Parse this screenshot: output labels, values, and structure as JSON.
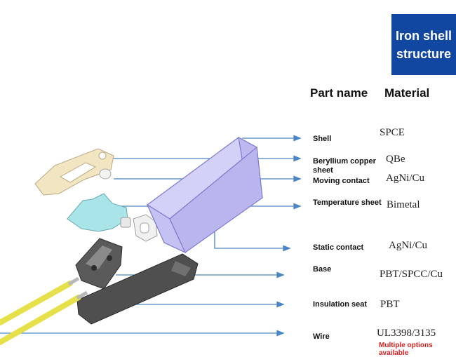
{
  "badge": {
    "line1": "Iron shell",
    "line2": "structure",
    "color": "#1147a0"
  },
  "headers": {
    "part_name": "Part name",
    "material": "Material"
  },
  "parts": [
    {
      "name": "Shell",
      "material": "SPCE"
    },
    {
      "name": "Beryllium copper sheet",
      "material": "QBe"
    },
    {
      "name": "Moving contact",
      "material": "AgNi/Cu"
    },
    {
      "name": "Temperature sheet",
      "material": "Bimetal"
    },
    {
      "name": "Static contact",
      "material": "AgNi/Cu"
    },
    {
      "name": "Base",
      "material": "PBT/SPCC/Cu"
    },
    {
      "name": "Insulation seat",
      "material": "PBT"
    },
    {
      "name": "Wire",
      "material": "UL3398/3135"
    }
  ],
  "note": "Multiple options available",
  "colors": {
    "leader_line": "#4a86c5",
    "shell": "#b9b6ee",
    "bimetal": "#a8e4e8",
    "base": "#4f4f4f",
    "wire": "#e6e04a",
    "bracket": "#f2e6c2",
    "note": "#e02020"
  }
}
